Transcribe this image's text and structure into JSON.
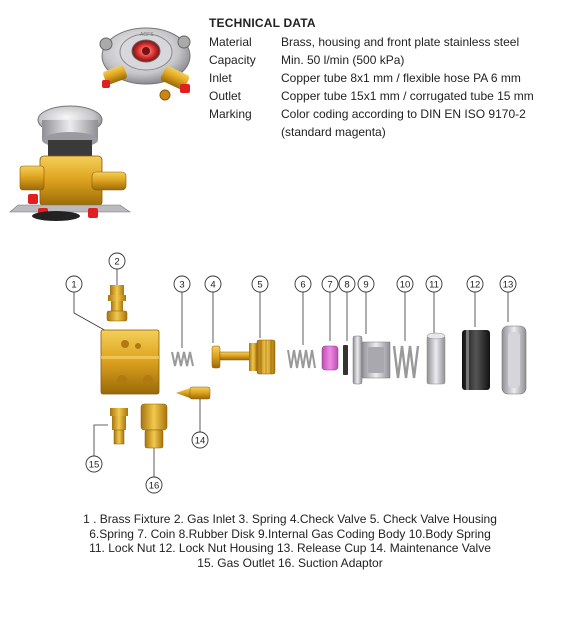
{
  "technical_data": {
    "heading": "TECHNICAL DATA",
    "rows": [
      {
        "label": "Material",
        "value": "Brass, housing and front plate stainless steel"
      },
      {
        "label": "Capacity",
        "value": "Min. 50 l/min (500 kPa)"
      },
      {
        "label": "Inlet",
        "value": "Copper tube 8x1 mm / flexible hose PA 6 mm"
      },
      {
        "label": "Outlet",
        "value": "Copper tube 15x1 mm / corrugated tube 15 mm"
      },
      {
        "label": "Marking",
        "value": "Color coding according to DIN EN ISO 9170-2"
      },
      {
        "label": "",
        "value": "(standard magenta)"
      }
    ]
  },
  "callouts": [
    "1",
    "2",
    "3",
    "4",
    "5",
    "6",
    "7",
    "8",
    "9",
    "10",
    "11",
    "12",
    "13",
    "14",
    "15",
    "16"
  ],
  "legend": {
    "line1": "1 . Brass Fixture   2. Gas Inlet   3. Spring   4.Check Valve   5. Check Valve Housing",
    "line2": "6.Spring   7. Coin  8.Rubber Disk  9.Internal Gas Coding Body   10.Body Spring",
    "line3": "11. Lock Nut   12. Lock Nut Housing   13. Release Cup   14.  Maintenance Valve",
    "line4": "15. Gas Outlet   16. Suction Adaptor"
  },
  "colors": {
    "brass": "#e0a520",
    "brass_dark": "#b07a10",
    "steel": "#c9c9cc",
    "magenta": "#e070d0",
    "black_part": "#2a2a2a",
    "red_cap": "#e02020"
  }
}
